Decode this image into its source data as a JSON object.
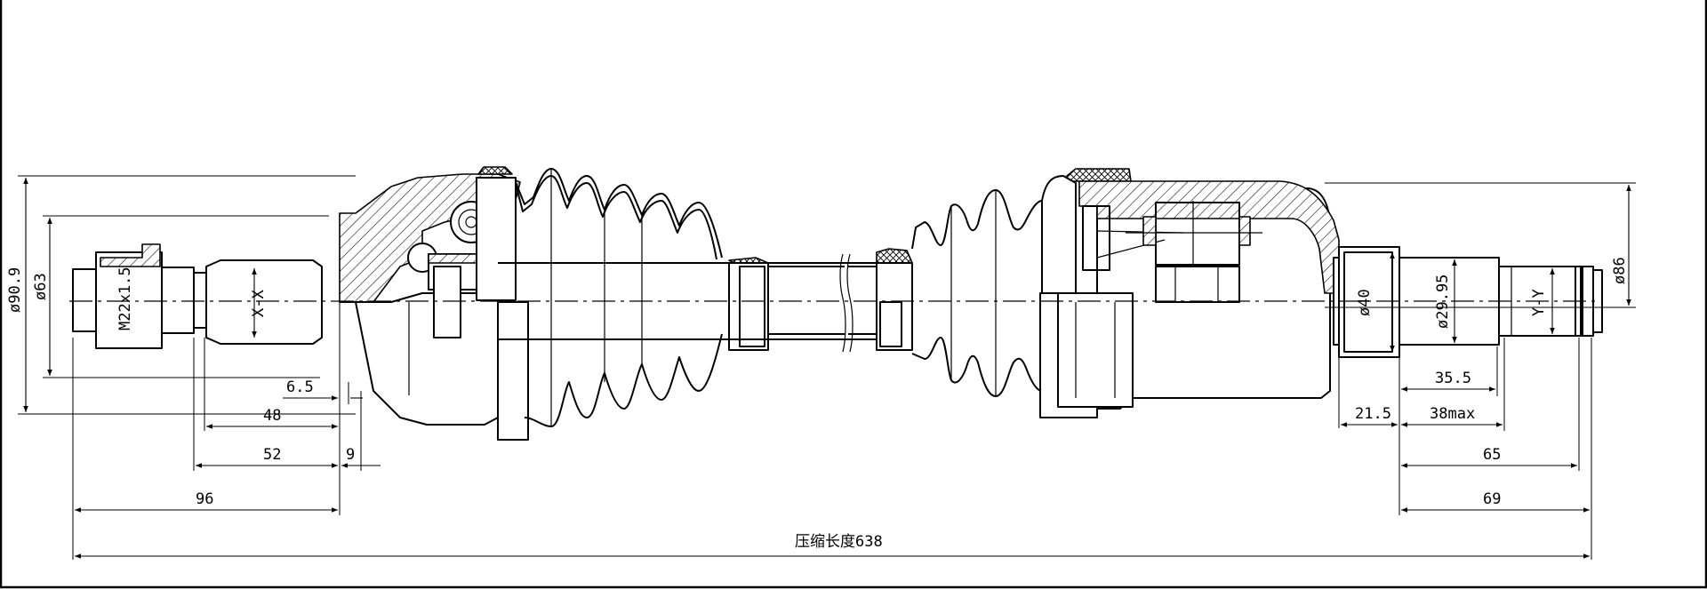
{
  "drawing": {
    "total_length_label": "压缩长度638",
    "section_left": "X-X",
    "section_right": "Y-Y",
    "thread": "M22x1.5",
    "diameters": {
      "outer_left": "ø90.9",
      "seat_left": "ø63",
      "outer_right": "ø86",
      "seat_right": "ø40",
      "stub_right": "ø29.95"
    },
    "dims_left": {
      "d1": "6.5",
      "d2": "48",
      "d3": "52",
      "d4": "9",
      "d5": "96"
    },
    "dims_right": {
      "d1": "35.5",
      "d2": "21.5",
      "d3": "38max",
      "d4": "65",
      "d5": "69"
    }
  }
}
